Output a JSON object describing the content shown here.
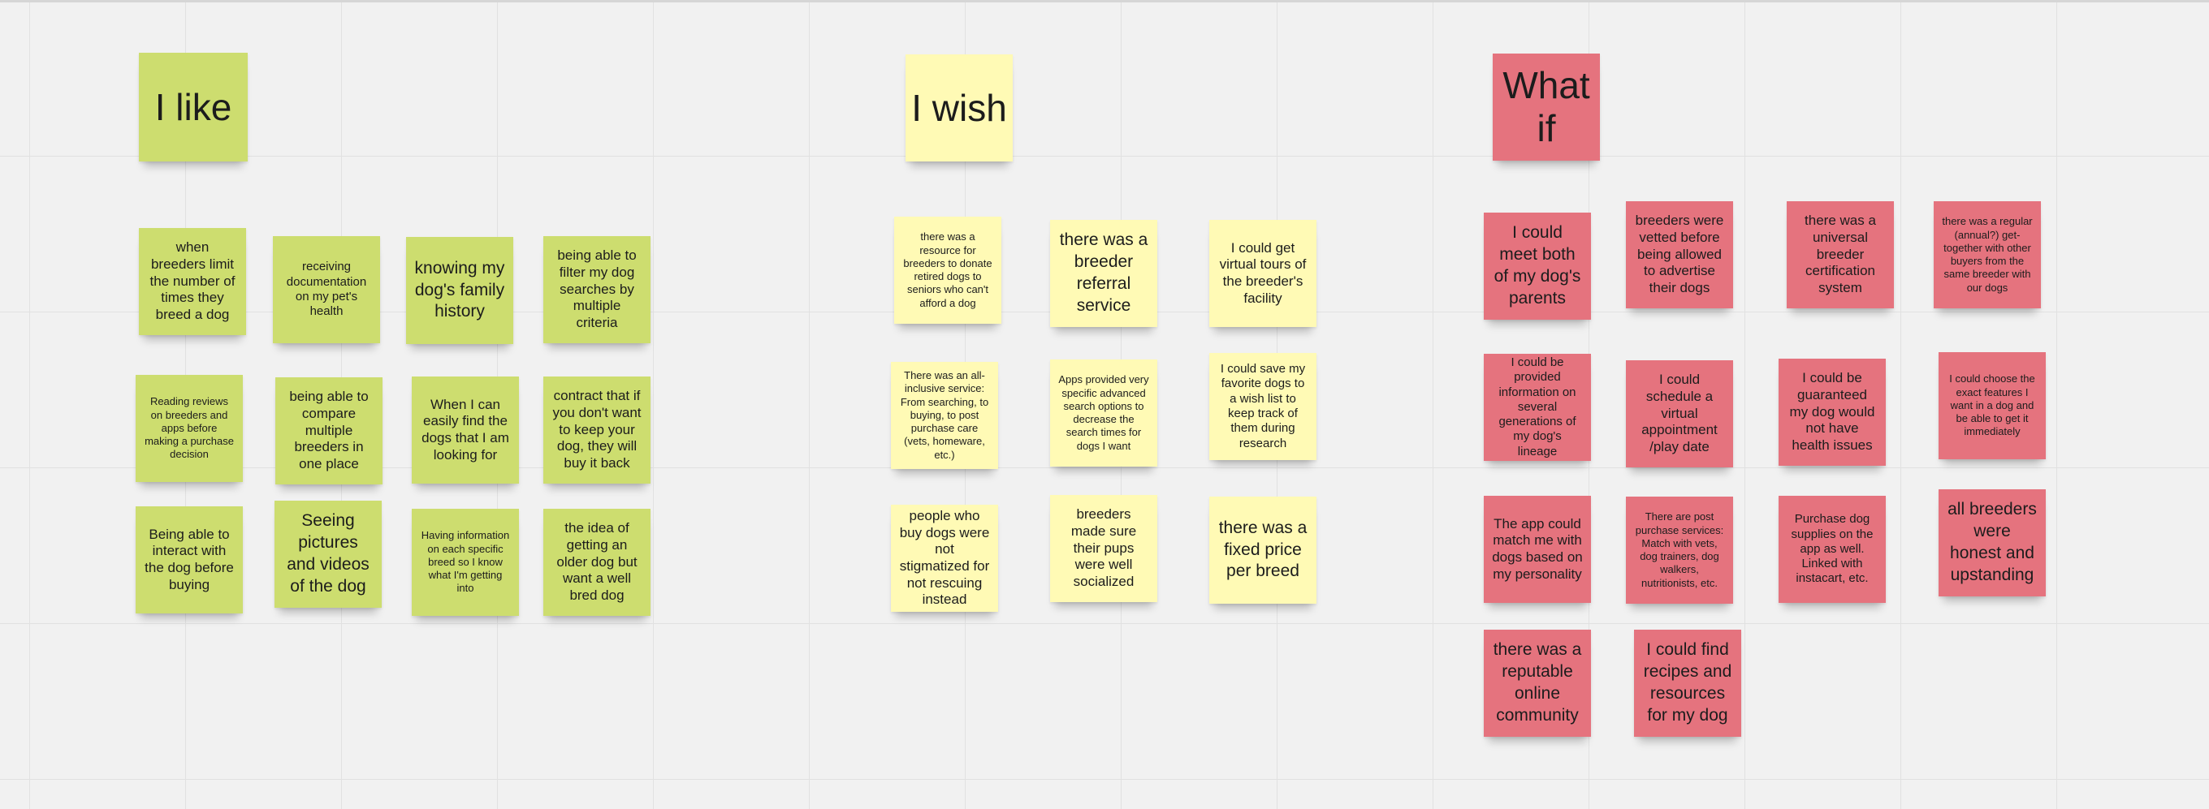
{
  "board": {
    "colors": {
      "background": "#f1f1f1",
      "grid": "#e1e1e1",
      "like_green": "#cddd6f",
      "wish_yellow": "#fffab5",
      "whatif_pink": "#e5737e"
    }
  },
  "like": {
    "title": "I like",
    "notes": [
      "when breeders limit the number of times they breed a dog",
      "receiving documentation on my pet's health",
      "knowing my dog's family history",
      "being able to filter my dog searches by multiple criteria",
      "Reading reviews on breeders and apps before making a purchase decision",
      "being able to compare multiple breeders in one place",
      "When I can easily find the dogs that I am looking for",
      "contract that if you don't want to keep your dog, they will buy it back",
      "Being able to interact with the dog before buying",
      "Seeing pictures and videos of the dog",
      "Having information on each specific breed so I know what I'm getting into",
      "the idea of getting an older dog but want a well bred dog"
    ]
  },
  "wish": {
    "title": "I wish",
    "notes": [
      "there was a resource for breeders to donate retired dogs to seniors who can't afford a dog",
      "there was a breeder referral service",
      "I could get virtual tours of the breeder's facility",
      "There was an all-inclusive service: From searching, to buying, to post purchase care (vets, homeware, etc.)",
      "Apps provided very specific advanced search options to decrease the search times for dogs I want",
      "I could save my favorite dogs to a wish list to keep track of them during research",
      "people who buy dogs were not stigmatized for not rescuing instead",
      "breeders made sure their pups were well socialized",
      "there was a fixed price per breed"
    ]
  },
  "whatif": {
    "title": "What if",
    "notes": [
      "I could meet both of my dog's parents",
      "breeders were vetted before being allowed to advertise their dogs",
      "there was a universal breeder certification system",
      "there was a regular (annual?) get-together with other buyers from the same breeder with our dogs",
      "I could be provided information on several generations of my dog's lineage",
      "I could schedule a virtual appointment /play date",
      "I could be guaranteed my dog would not have health issues",
      "I could choose the exact features I want in a dog and be able to get it immediately",
      "The app could match me with dogs based on my personality",
      "There are post purchase services: Match with vets, dog trainers, dog walkers, nutritionists, etc.",
      "Purchase dog supplies on the app as well. Linked with instacart, etc.",
      "all breeders were honest and upstanding",
      "there was a reputable online community",
      "I could find recipes and resources for my dog"
    ]
  }
}
